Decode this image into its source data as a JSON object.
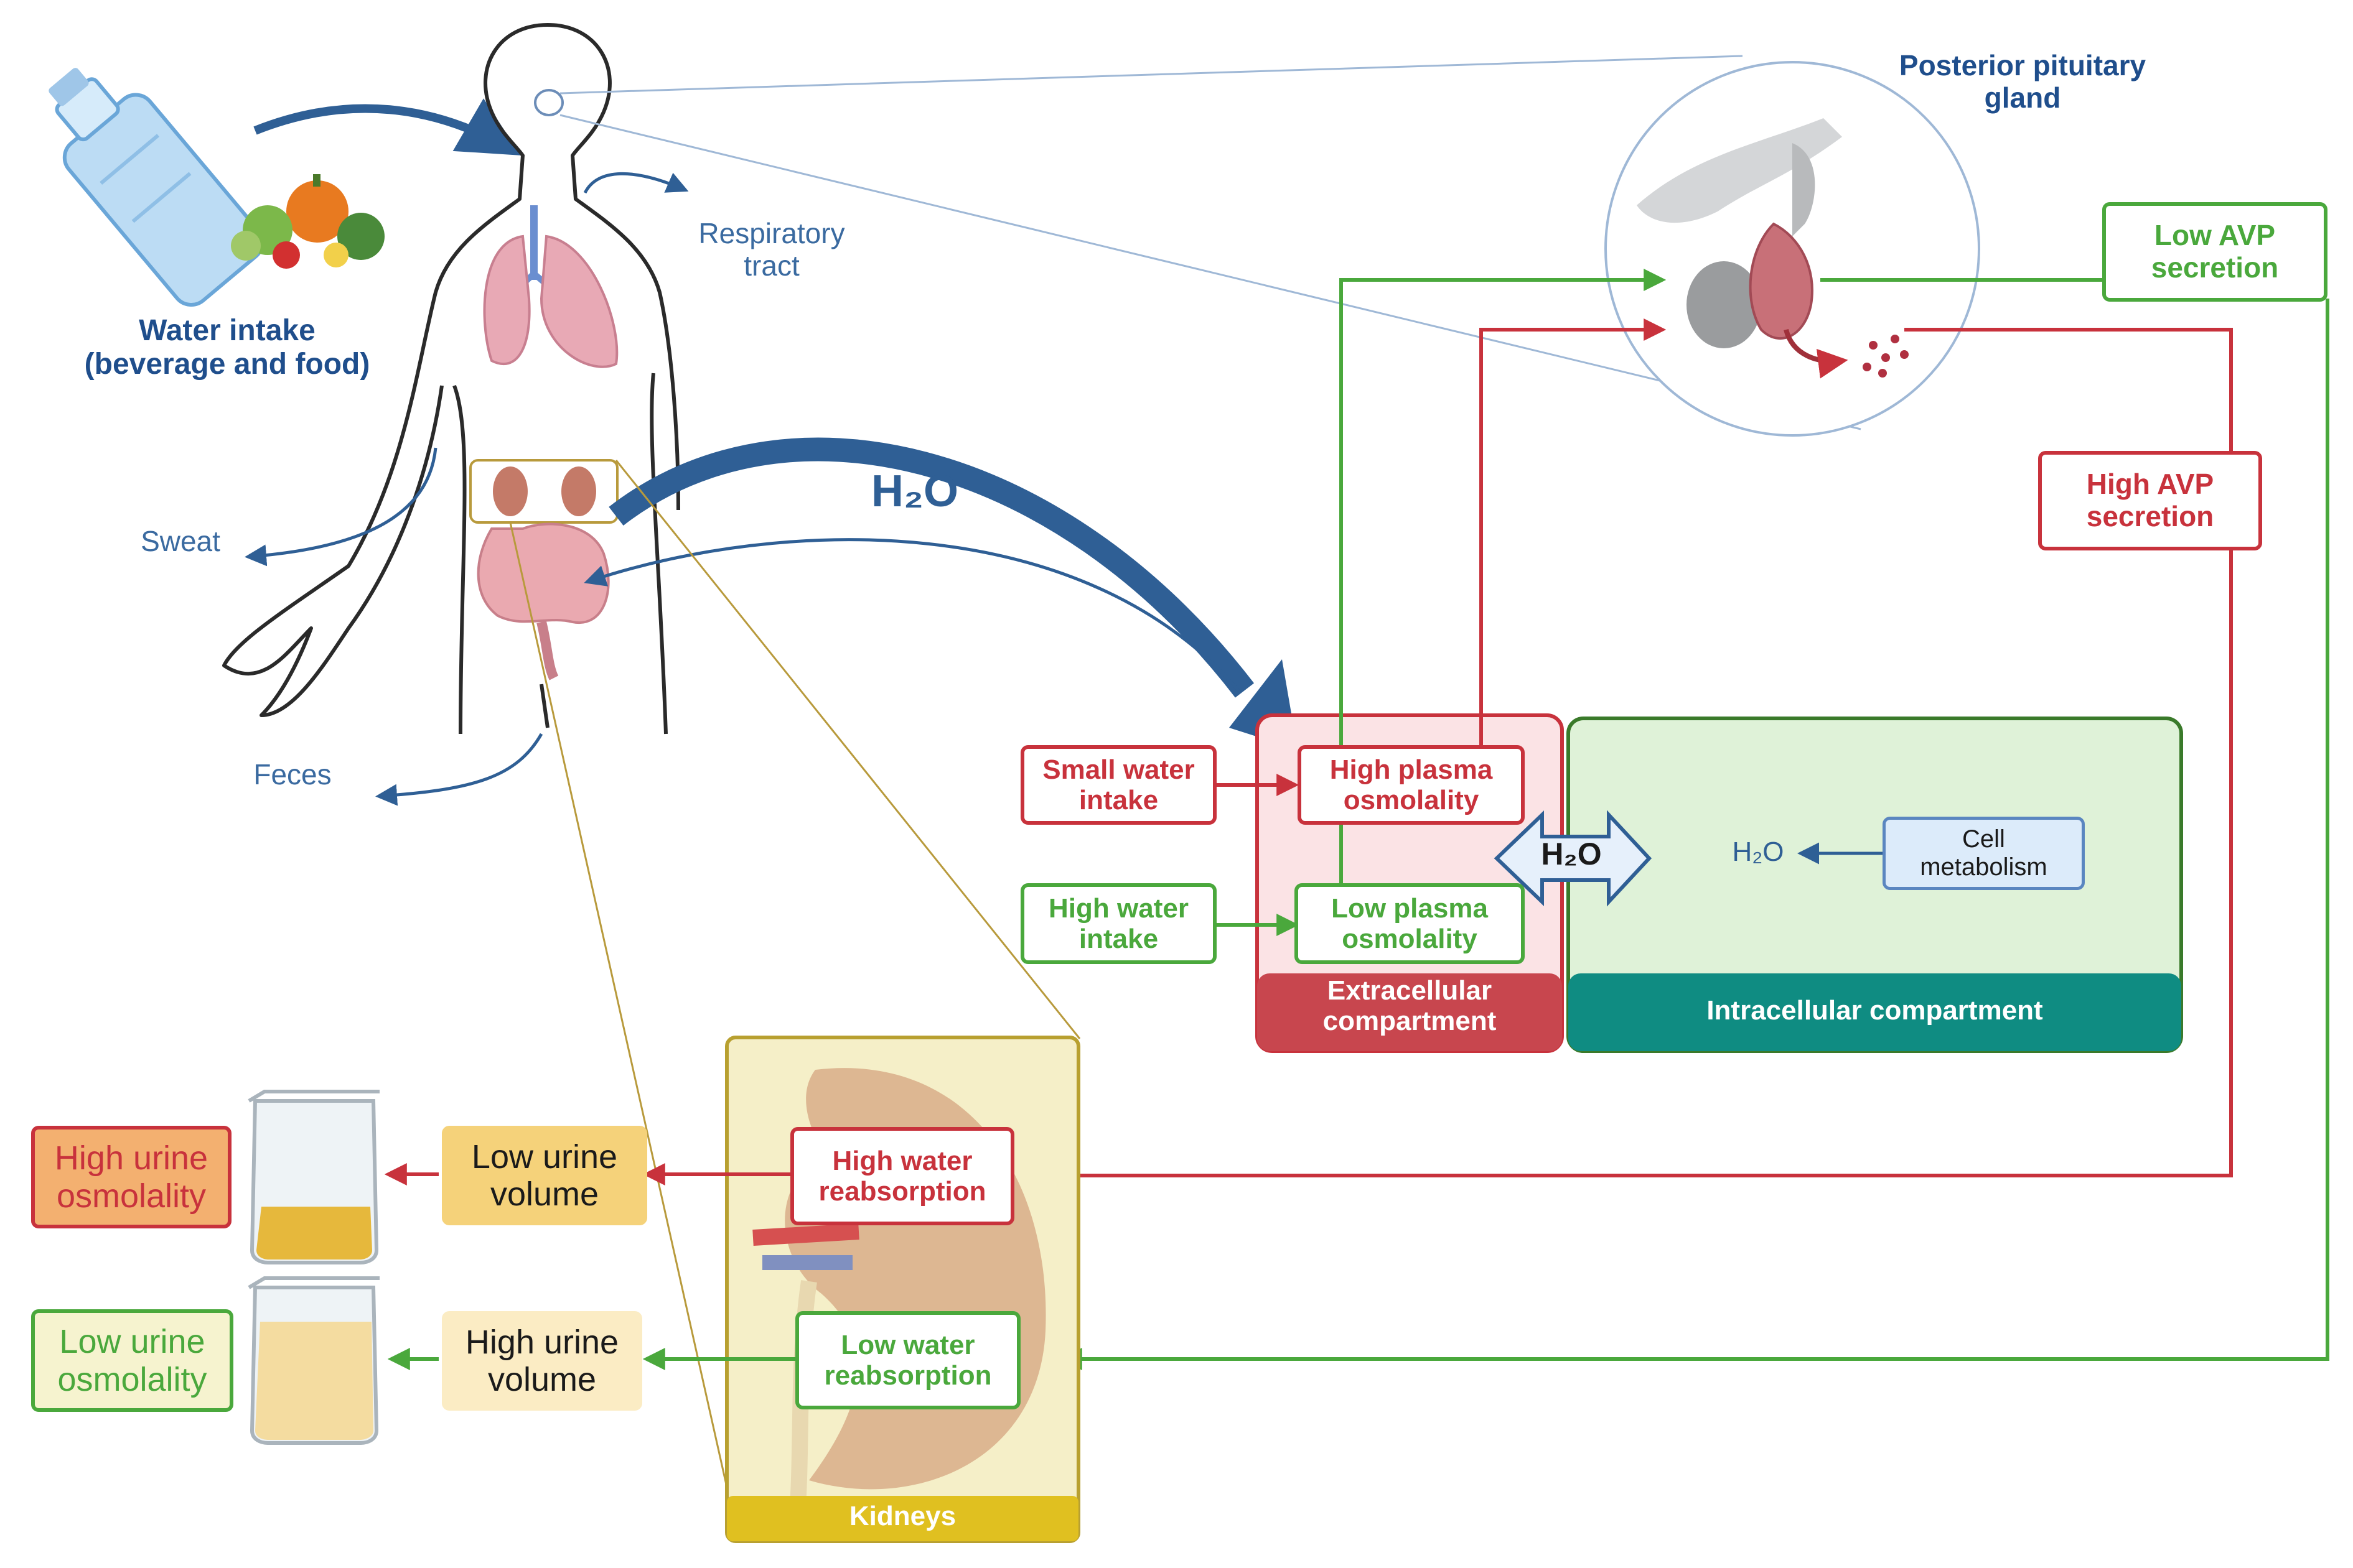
{
  "body_labels": {
    "water_intake": "Water intake\n(beverage and food)",
    "respiratory": "Respiratory\ntract",
    "sweat": "Sweat",
    "feces": "Feces",
    "h2o_flow": "H₂O"
  },
  "pituitary": {
    "label": "Posterior pituitary\ngland"
  },
  "avp": {
    "low": "Low AVP\nsecretion",
    "high": "High AVP\nsecretion"
  },
  "compartments": {
    "extracellular": "Extracellular\ncompartment",
    "intracellular": "Intracellular compartment",
    "exchange": "H₂O",
    "cell_h2o": "H₂O",
    "cell_metabolism": "Cell\nmetabolism"
  },
  "plasma": {
    "high": "High plasma\nosmolality",
    "low": "Low plasma\nosmolality"
  },
  "intake": {
    "small": "Small water\nintake",
    "high": "High water\nintake"
  },
  "kidneys": {
    "label": "Kidneys",
    "high_reabsorption": "High water\nreabsorption",
    "low_reabsorption": "Low water\nreabsorption"
  },
  "urine": {
    "low_volume": "Low urine\nvolume",
    "high_volume": "High urine\nvolume",
    "high_osmolality": "High urine\nosmolality",
    "low_osmolality": "Low urine\nosmolality"
  },
  "colors": {
    "red": "#c8323c",
    "green": "#4aa83c",
    "navy": "#1f4e8c",
    "teal": "#0f8c82",
    "kidney_gold": "#e0c020",
    "urine_dark": "#e6b83c",
    "urine_light": "#f4dca0"
  }
}
